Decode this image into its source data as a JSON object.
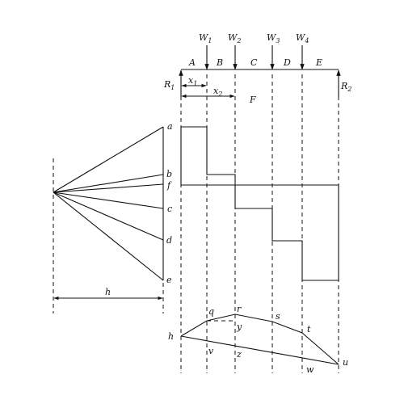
{
  "loads": {
    "w1": {
      "main": "W",
      "sub": "1"
    },
    "w2": {
      "main": "W",
      "sub": "2"
    },
    "w3": {
      "main": "W",
      "sub": "3"
    },
    "w4": {
      "main": "W",
      "sub": "4"
    }
  },
  "reactions": {
    "r1": {
      "main": "R",
      "sub": "1"
    },
    "r2": {
      "main": "R",
      "sub": "2"
    }
  },
  "spaces": [
    "A",
    "B",
    "C",
    "D",
    "E"
  ],
  "distances": {
    "x1": {
      "main": "x",
      "sub": "1"
    },
    "x2": {
      "main": "x",
      "sub": "2"
    },
    "f": "F"
  },
  "force_polygon": {
    "points": [
      "a",
      "b",
      "f",
      "c",
      "d",
      "e"
    ],
    "pole_distance": "h"
  },
  "funicular": {
    "points": [
      "h",
      "q",
      "r",
      "s",
      "t",
      "u",
      "v",
      "y",
      "z",
      "w"
    ]
  }
}
